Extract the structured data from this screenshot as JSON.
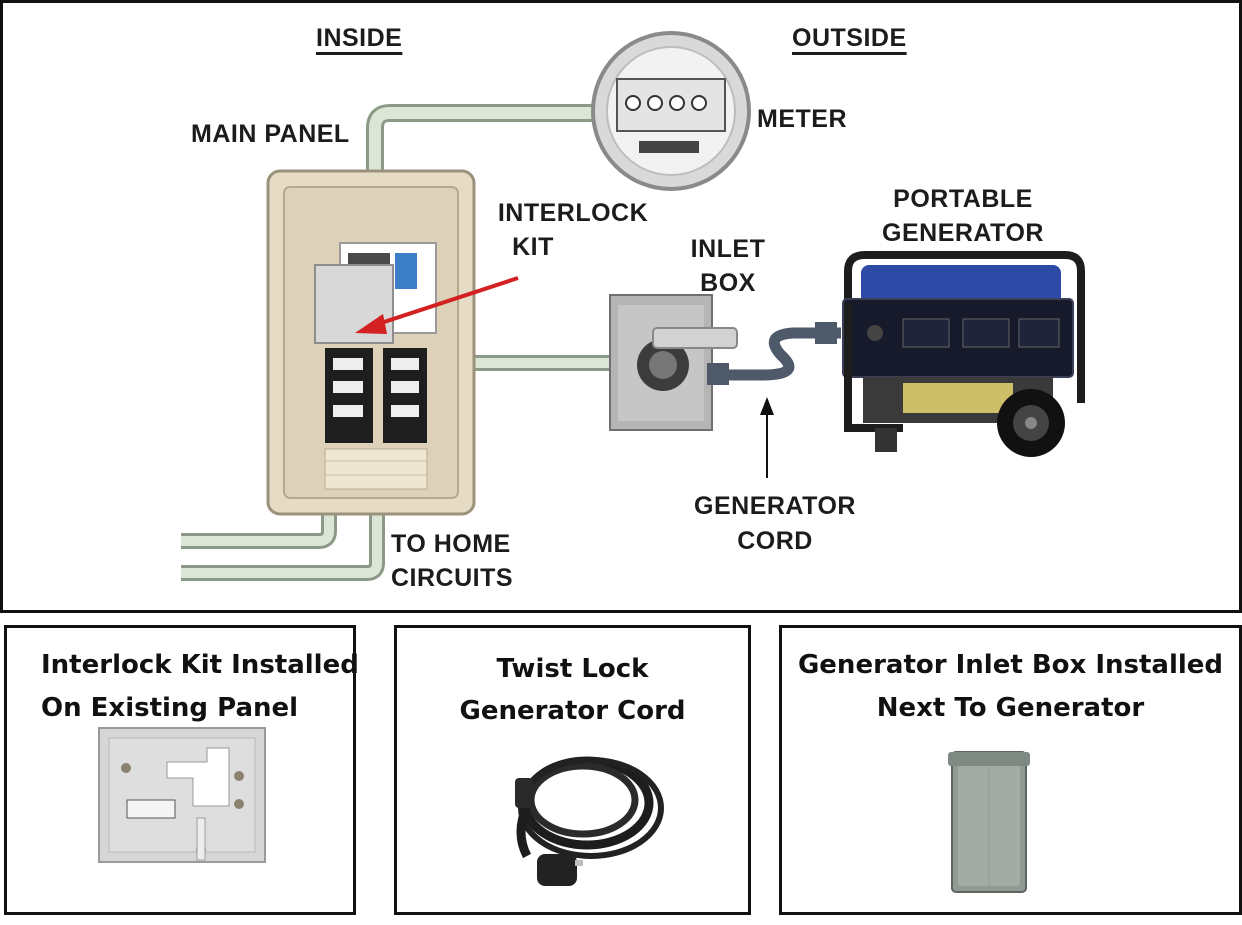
{
  "diagram": {
    "header_inside": "INSIDE",
    "header_outside": "OUTSIDE",
    "main_panel_label": "MAIN PANEL",
    "meter_label": "METER",
    "interlock_label_1": "INTERLOCK",
    "interlock_label_2": "KIT",
    "inlet_label_1": "INLET",
    "inlet_label_2": "BOX",
    "generator_label_1": "PORTABLE",
    "generator_label_2": "GENERATOR",
    "cord_label_1": "GENERATOR",
    "cord_label_2": "CORD",
    "home_label_1": "TO HOME",
    "home_label_2": "CIRCUITS",
    "arrow_color": "#d32121",
    "conduit_color": "#d9e4d5"
  },
  "cards": [
    {
      "line1": "Interlock Kit Installed",
      "line2": "On Existing Panel"
    },
    {
      "line1": "Twist Lock",
      "line2": "Generator Cord"
    },
    {
      "line1": "Generator Inlet Box Installed",
      "line2": "Next To Generator"
    }
  ]
}
